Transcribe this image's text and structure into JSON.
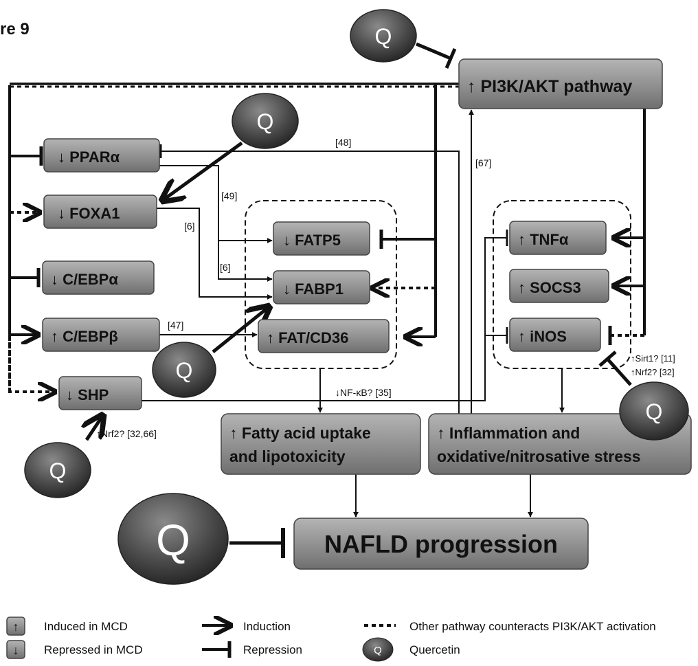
{
  "figure_label": "re 9",
  "nodes": {
    "pi3k": "↑ PI3K/AKT pathway",
    "ppara": "↓ PPARα",
    "foxa1": "↓ FOXA1",
    "cebpa": "↓ C/EBPα",
    "cebpb": "↑ C/EBPβ",
    "shp": "↓ SHP",
    "fatp5": "↓ FATP5",
    "fabp1": "↓ FABP1",
    "fatcd36": "↑ FAT/CD36",
    "tnfa": "↑ TNFα",
    "socs3": "↑ SOCS3",
    "inos": "↑ iNOS",
    "fatty_line1": "↑ Fatty acid uptake",
    "fatty_line2": "and lipotoxicity",
    "inflam_line1": "↑ Inflammation and",
    "inflam_line2": "oxidative/nitrosative stress",
    "nafld": "NAFLD progression"
  },
  "quercetin_letter": "Q",
  "edge_labels": {
    "ref48": "[48]",
    "ref67": "[67]",
    "ref49": "[49]",
    "ref6a": "[6]",
    "ref6b": "[6]",
    "ref47": "[47]",
    "nfkb": "↓NF-κB? [35]",
    "nrf2_shp": "↑Nrf2? [32,66]",
    "sirt1": "↑Sirt1? [11]",
    "nrf2_inos": "↑Nrf2? [32]"
  },
  "legend": {
    "induced_symbol": "↑",
    "induced": "Induced in MCD",
    "repressed_symbol": "↓",
    "repressed": "Repressed in MCD",
    "induction": "Induction",
    "repression": "Repression",
    "other_pathway": "Other pathway counteracts PI3K/AKT activation",
    "quercetin": "Quercetin"
  }
}
